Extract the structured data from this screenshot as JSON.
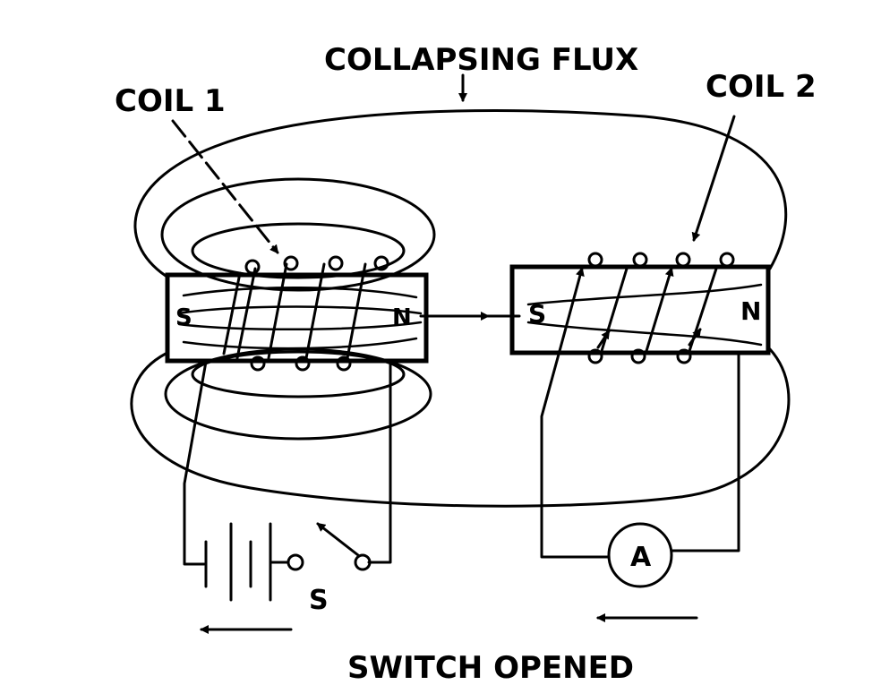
{
  "labels": {
    "collapsing_flux": "COLLAPSING FLUX",
    "coil1": "COIL 1",
    "coil2": "COIL 2",
    "core1_left_pole": "S",
    "core1_right_pole": "N",
    "core2_left_pole": "S",
    "core2_right_pole": "N",
    "switch_label": "S",
    "ammeter_label": "A",
    "caption": "SWITCH OPENED"
  },
  "colors": {
    "ink": "#000000",
    "paper": "#ffffff"
  }
}
